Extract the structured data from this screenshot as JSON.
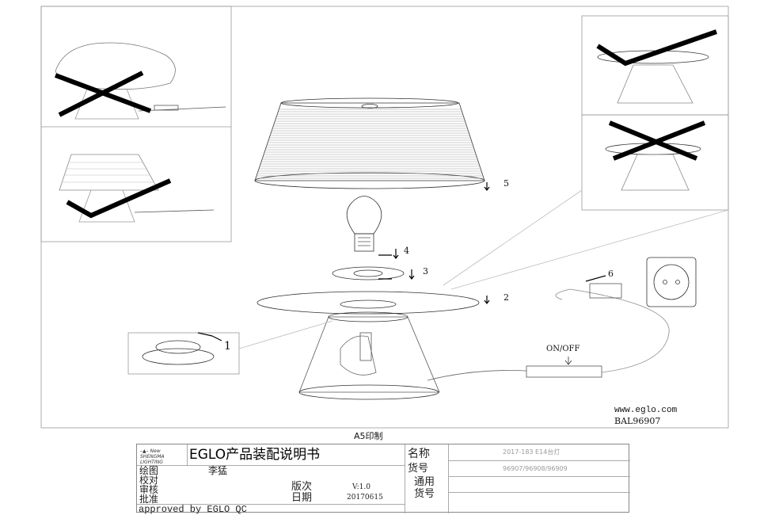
{
  "steps": [
    "1",
    "2",
    "3",
    "4",
    "5",
    "6"
  ],
  "switch_label": "ON/OFF",
  "website": "www.eglo.com",
  "model_code": "BAL96907",
  "print_size": "A5印制",
  "title_block": {
    "logo_text": "New SHENGMA LIGHTING",
    "title": "EGLO产品装配说明书",
    "name_label": "名称",
    "name_value": "2017-183  E14台灯",
    "item_no_label": "货号",
    "item_no_value": "96907/96908/96909",
    "drawn_label": "绘图",
    "drawn_value": "李猛",
    "checked_label": "校对",
    "reviewed_label": "审核",
    "approved_label": "批准",
    "version_label": "版次",
    "version_value": "V:1.0",
    "date_label": "日期",
    "date_value": "20170615",
    "general_label_1": "通用",
    "general_label_2": "货号",
    "approved_by": "approved by EGLO QC"
  }
}
